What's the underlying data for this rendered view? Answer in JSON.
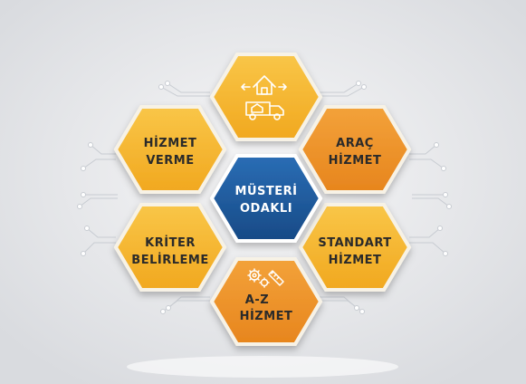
{
  "diagram": {
    "center": {
      "line1": "MÜSTERİ",
      "line2": "ODAKLI"
    },
    "nodes": {
      "top": {
        "icon": "house-and-moving-truck-icon"
      },
      "left_upper": {
        "line1": "HİZMET",
        "line2": "VERME"
      },
      "right_upper": {
        "line1": "ARAÇ",
        "line2": "HİZMET"
      },
      "left_lower": {
        "line1": "KRİTER",
        "line2": "BELİRLEME"
      },
      "right_lower": {
        "line1": "STANDART",
        "line2": "HİZMET"
      },
      "bottom": {
        "line1": "A-Z",
        "line2": "HİZMET",
        "icon": "gears-and-ruler-icon"
      }
    }
  },
  "colors": {
    "background": "#e9eaed",
    "center_fill": "#1f5a9c",
    "center_border": "#ffffff",
    "yellow_fill": "#f6b52c",
    "orange_fill": "#ee9326",
    "hex_border": "#f5f0e6",
    "text_on_yellow": "#2a2a2a",
    "text_on_center": "#ffffff",
    "connector": "#c8ccd2"
  }
}
